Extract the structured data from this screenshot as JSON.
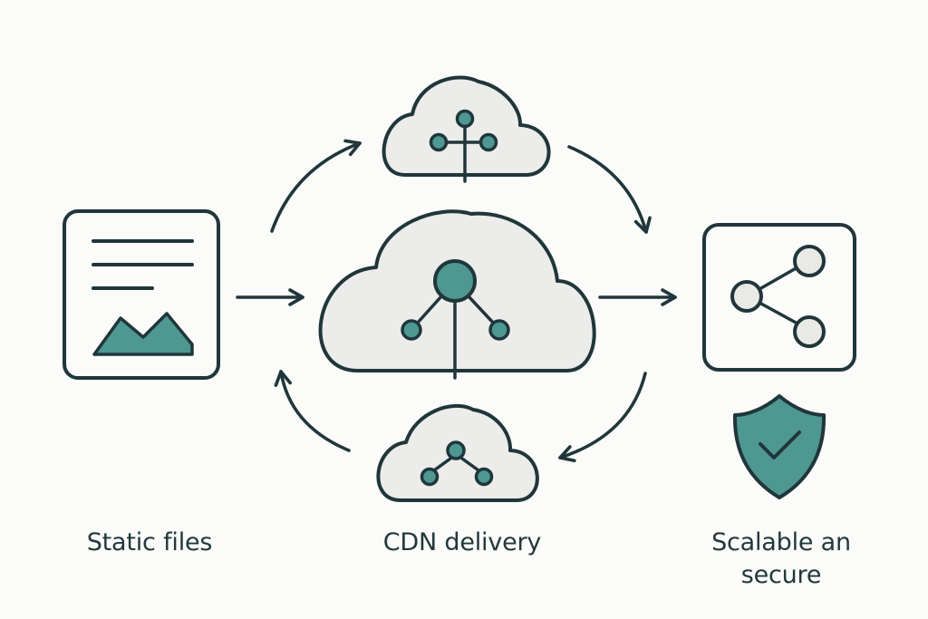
{
  "labels": {
    "static_files": "Static files",
    "cdn_delivery": "CDN delivery",
    "scalable_secure": "Scalable an\nsecure"
  },
  "colors": {
    "background": "#fbfbf9",
    "stroke": "#20363b",
    "accent": "#4e9891",
    "fill_light": "#ececea",
    "node_light": "#e9e9e6"
  },
  "icons": {
    "document": "document-with-image-icon",
    "cloud_main": "cloud-network-icon",
    "cloud_top": "cloud-network-icon",
    "cloud_bottom": "cloud-network-icon",
    "share": "share-nodes-icon",
    "shield": "shield-check-icon"
  }
}
